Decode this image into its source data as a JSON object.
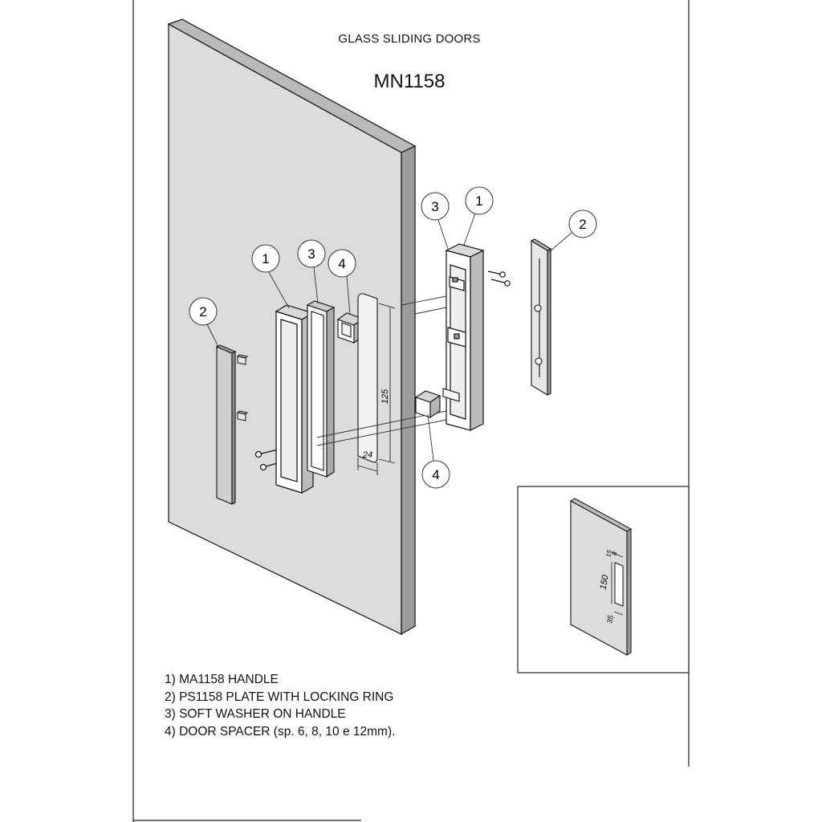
{
  "title": {
    "subtitle": "GLASS SLIDING DOORS",
    "code": "MN1158"
  },
  "callouts": {
    "handle": "1",
    "plate": "2",
    "washer": "3",
    "spacer": "4"
  },
  "dimensions": {
    "slot_height": "125",
    "slot_width": "24",
    "detail_height": "150",
    "detail_top_a": "15",
    "detail_top_b": "8",
    "detail_bottom": "35"
  },
  "legend": [
    "1) MA1158 HANDLE",
    "2) PS1158 PLATE WITH LOCKING RING",
    "3) SOFT WASHER ON HANDLE",
    "4) DOOR SPACER (sp. 6, 8, 10 e 12mm)."
  ]
}
